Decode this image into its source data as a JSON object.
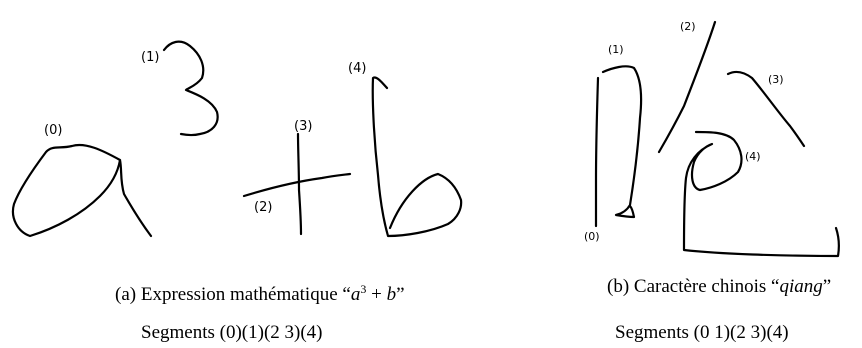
{
  "figure_a": {
    "caption_prefix": "(a)  Expression mathématique “",
    "caption_var1": "a",
    "caption_exp": "3",
    "caption_op": " + ",
    "caption_var2": "b",
    "caption_suffix": "”",
    "segments": "Segments (0)(1)(2 3)(4)",
    "stroke_labels": [
      "(0)",
      "(1)",
      "(2)",
      "(3)",
      "(4)"
    ]
  },
  "figure_b": {
    "caption_prefix": "(b)  Caractère chinois “",
    "caption_word": "qiang",
    "caption_suffix": "”",
    "segments": "Segments (0 1)(2 3)(4)",
    "stroke_labels": [
      "(0)",
      "(1)",
      "(2)",
      "(3)",
      "(4)"
    ]
  }
}
